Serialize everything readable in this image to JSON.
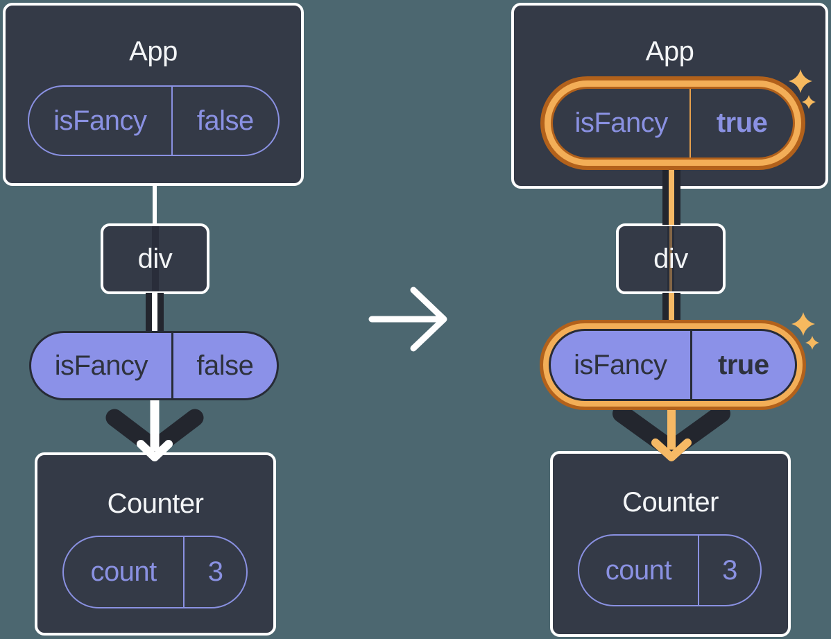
{
  "colors": {
    "background": "#4c6770",
    "box_fill": "#343a47",
    "box_border": "#ffffff",
    "purple": "#8a91e2",
    "purple_fill": "#8b91e8",
    "dark_ink": "#23262e",
    "dark_text": "#2e323d",
    "orange_light": "#f3ae57",
    "orange_core": "#f6b965",
    "orange_dark": "#b2611b",
    "sparkle": "#f6b95f",
    "white": "#ffffff"
  },
  "left_tree": {
    "app": {
      "title": "App",
      "prop": {
        "name": "isFancy",
        "value": "false"
      }
    },
    "div": {
      "label": "div"
    },
    "passed_prop": {
      "name": "isFancy",
      "value": "false"
    },
    "counter": {
      "title": "Counter",
      "state": {
        "name": "count",
        "value": "3"
      }
    }
  },
  "right_tree": {
    "app": {
      "title": "App",
      "prop": {
        "name": "isFancy",
        "value": "true"
      }
    },
    "div": {
      "label": "div"
    },
    "passed_prop": {
      "name": "isFancy",
      "value": "true"
    },
    "counter": {
      "title": "Counter",
      "state": {
        "name": "count",
        "value": "3"
      }
    }
  }
}
